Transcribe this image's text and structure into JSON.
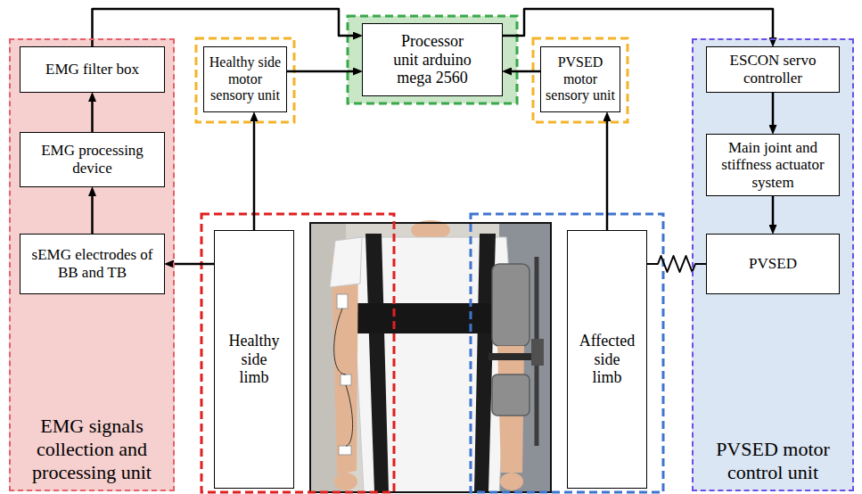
{
  "diagram": {
    "nodes": [
      {
        "text": [
          "EMG signals collection and processing unit"
        ]
      },
      {
        "text": [
          "EMG filter box"
        ],
        "in": 0
      },
      {
        "text": [
          "EMG processing device"
        ],
        "in": 0
      },
      {
        "text": [
          "sEMG electrodes of BB and TB"
        ],
        "in": 0
      },
      {
        "text": [
          "Healthy side motor sensory unit"
        ]
      },
      {
        "text": [
          "Processor unit arduino mega 2560"
        ]
      },
      {
        "text": [
          "PVSED motor sensory unit"
        ]
      },
      {
        "text": [
          "PVSED motor control unit"
        ]
      },
      {
        "text": [
          "ESCON servo controller"
        ],
        "in": 7
      },
      {
        "text": [
          "Main joint and stiffness actuator system"
        ],
        "in": 7
      },
      {
        "text": [
          "PVSED"
        ],
        "in": 7
      },
      {
        "text": [
          "Healthy side limb"
        ]
      },
      {
        "text": [
          "Affected side limb"
        ]
      }
    ],
    "edges": [
      {
        "from": 3,
        "to": 2,
        "arrow": "to"
      },
      {
        "from": 2,
        "to": 1,
        "arrow": "to"
      },
      {
        "from": 1,
        "to": 5,
        "arrow": "to"
      },
      {
        "from": 4,
        "to": 5,
        "arrow": "to"
      },
      {
        "from": 6,
        "to": 5,
        "arrow": "to"
      },
      {
        "from": 5,
        "to": 8,
        "arrow": "to"
      },
      {
        "from": 8,
        "to": 9,
        "arrow": "to"
      },
      {
        "from": 9,
        "to": 10,
        "arrow": "to"
      },
      {
        "from": 11,
        "to": 3,
        "arrow": "to"
      },
      {
        "from": 11,
        "to": 4,
        "arrow": "to"
      },
      {
        "from": 12,
        "to": 6,
        "arrow": "to"
      },
      {
        "from": 12,
        "to": 10,
        "arrow": "none"
      }
    ]
  }
}
